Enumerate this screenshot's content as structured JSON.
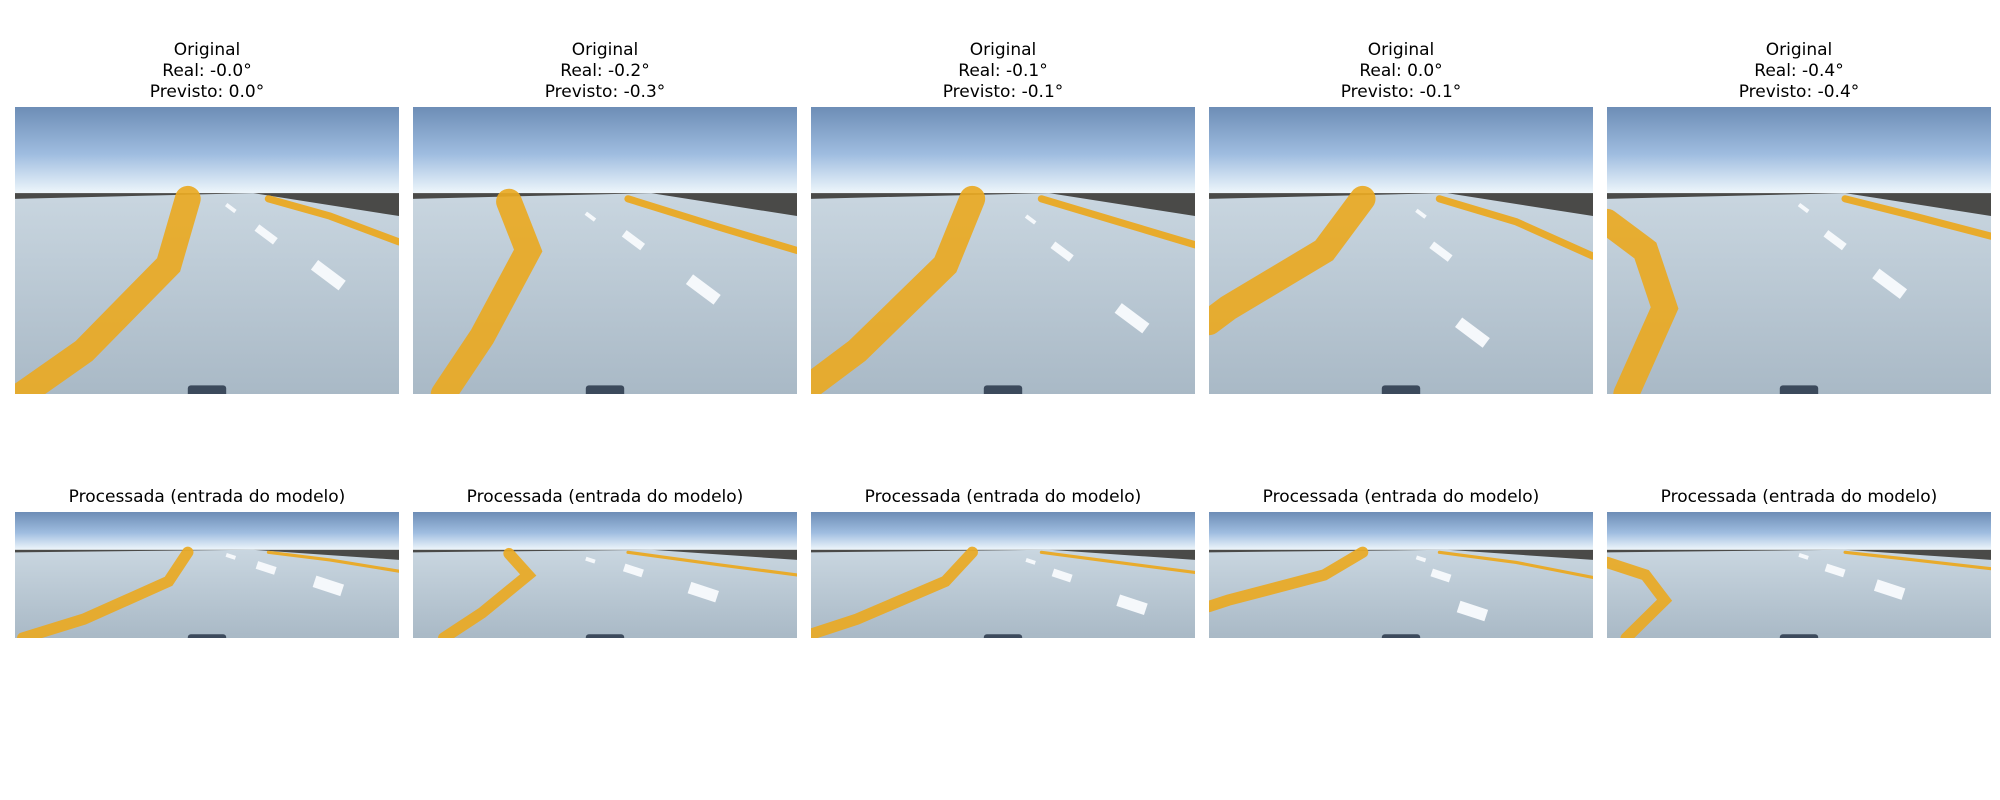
{
  "rows": {
    "original_label": "Original",
    "processed_label": "Processada (entrada do modelo)"
  },
  "samples": [
    {
      "real": "Real: -0.0°",
      "pred": "Previsto: 0.0°",
      "left_line": [
        [
          0.45,
          0.32
        ],
        [
          0.4,
          0.55
        ],
        [
          0.18,
          0.85
        ],
        [
          0.02,
          1.0
        ]
      ],
      "right_line": [
        [
          0.66,
          0.32
        ],
        [
          0.82,
          0.38
        ],
        [
          1.0,
          0.47
        ]
      ],
      "dashes": [
        [
          0.55,
          0.34
        ],
        [
          0.63,
          0.42
        ],
        [
          0.78,
          0.55
        ]
      ]
    },
    {
      "real": "Real: -0.2°",
      "pred": "Previsto: -0.3°",
      "left_line": [
        [
          0.25,
          0.33
        ],
        [
          0.3,
          0.5
        ],
        [
          0.18,
          0.8
        ],
        [
          0.08,
          1.0
        ]
      ],
      "right_line": [
        [
          0.56,
          0.32
        ],
        [
          0.8,
          0.42
        ],
        [
          1.0,
          0.5
        ]
      ],
      "dashes": [
        [
          0.45,
          0.37
        ],
        [
          0.55,
          0.44
        ],
        [
          0.72,
          0.6
        ]
      ]
    },
    {
      "real": "Real: -0.1°",
      "pred": "Previsto: -0.1°",
      "left_line": [
        [
          0.42,
          0.32
        ],
        [
          0.35,
          0.55
        ],
        [
          0.12,
          0.85
        ],
        [
          0.0,
          0.97
        ]
      ],
      "right_line": [
        [
          0.6,
          0.32
        ],
        [
          0.8,
          0.4
        ],
        [
          1.0,
          0.48
        ]
      ],
      "dashes": [
        [
          0.56,
          0.38
        ],
        [
          0.63,
          0.48
        ],
        [
          0.8,
          0.7
        ]
      ]
    },
    {
      "real": "Real: 0.0°",
      "pred": "Previsto: -0.1°",
      "left_line": [
        [
          0.4,
          0.32
        ],
        [
          0.3,
          0.5
        ],
        [
          0.05,
          0.7
        ],
        [
          0.0,
          0.75
        ]
      ],
      "right_line": [
        [
          0.6,
          0.32
        ],
        [
          0.8,
          0.4
        ],
        [
          1.0,
          0.52
        ]
      ],
      "dashes": [
        [
          0.54,
          0.36
        ],
        [
          0.58,
          0.48
        ],
        [
          0.65,
          0.75
        ]
      ]
    },
    {
      "real": "Real: -0.4°",
      "pred": "Previsto: -0.4°",
      "left_line": [
        [
          0.0,
          0.4
        ],
        [
          0.1,
          0.5
        ],
        [
          0.15,
          0.7
        ],
        [
          0.05,
          1.0
        ]
      ],
      "right_line": [
        [
          0.62,
          0.32
        ],
        [
          0.8,
          0.38
        ],
        [
          1.0,
          0.45
        ]
      ],
      "dashes": [
        [
          0.5,
          0.34
        ],
        [
          0.57,
          0.44
        ],
        [
          0.7,
          0.58
        ]
      ]
    }
  ]
}
